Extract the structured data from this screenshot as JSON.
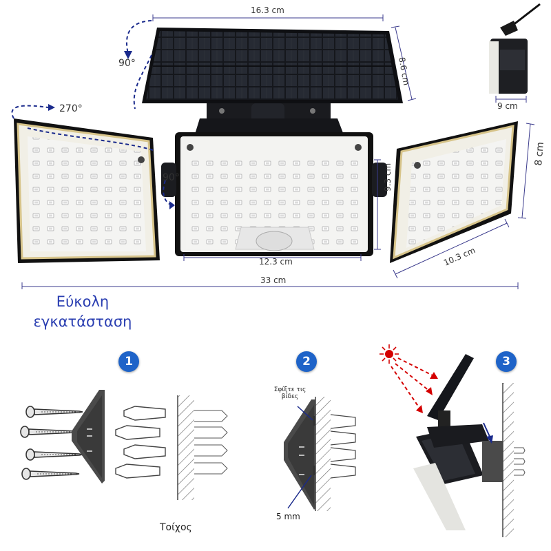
{
  "dimensions": {
    "panel_width": "16.3 cm",
    "panel_height": "8.6 cm",
    "side_depth": "9 cm",
    "center_width": "12.3 cm",
    "center_height": "9.3 cm",
    "right_width": "10.3 cm",
    "right_height": "8 cm",
    "total_width": "33 cm",
    "angle_panel": "90°",
    "angle_head": "270°",
    "angle_joint": "90°"
  },
  "install": {
    "title": "Εύκολη εγκατάσταση",
    "steps": [
      "1",
      "2",
      "3"
    ],
    "wall_label": "Τοίχος",
    "tighten_label": "Σφίξτε τις βίδες",
    "drill_size": "5 mm"
  },
  "colors": {
    "title": "#2a3eb1",
    "step_badge": "#1e63c8",
    "arrow_dark": "#1a2a8c",
    "sun_ray": "#d40000"
  }
}
